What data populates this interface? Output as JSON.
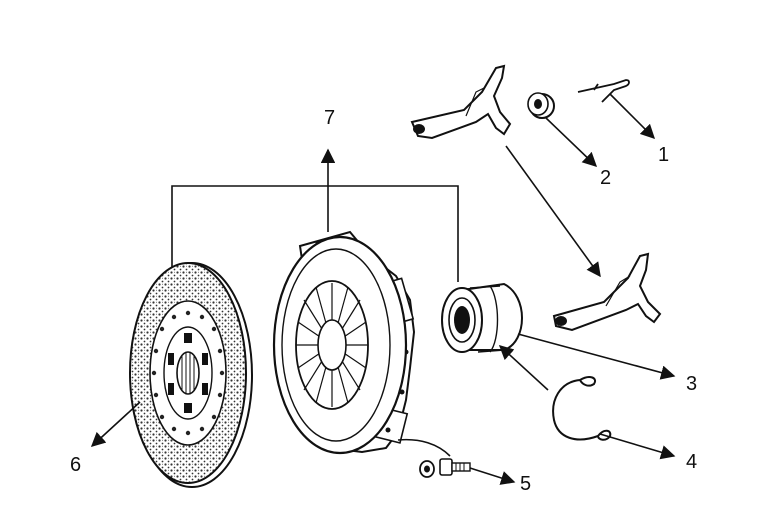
{
  "diagram": {
    "callouts": [
      {
        "number": "1",
        "part": "retaining-spring-clip"
      },
      {
        "number": "2",
        "part": "pivot-bushing"
      },
      {
        "number": "3",
        "part": "release-bearing"
      },
      {
        "number": "4",
        "part": "bearing-retaining-clip"
      },
      {
        "number": "5",
        "part": "bolt-and-washer"
      },
      {
        "number": "6",
        "part": "clutch-disc"
      },
      {
        "number": "7",
        "part": "pressure-plate"
      }
    ],
    "colors": {
      "ink": "#111111",
      "background": "#ffffff",
      "friction": "#3a3a3a"
    }
  }
}
